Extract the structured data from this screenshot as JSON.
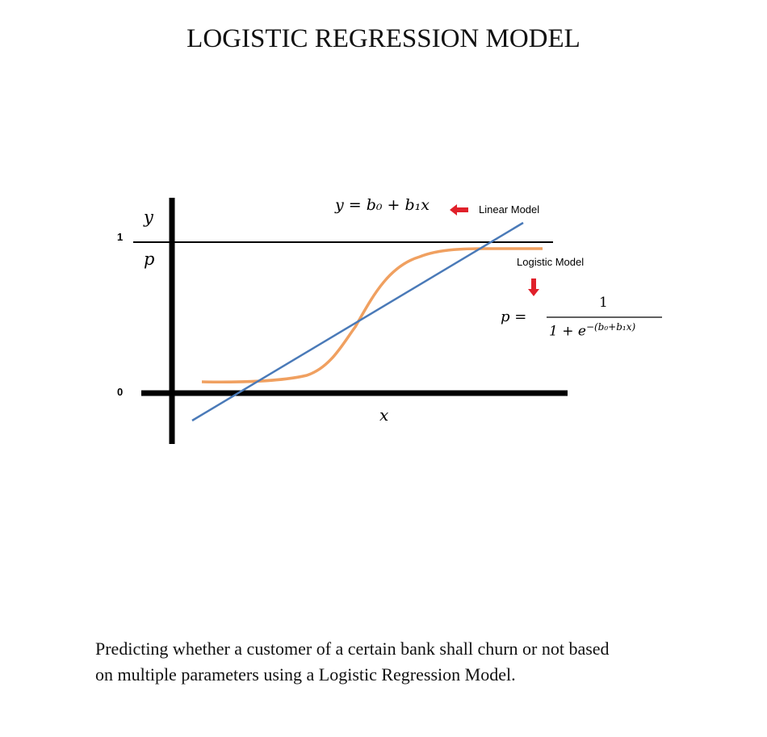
{
  "title": "LOGISTIC REGRESSION MODEL",
  "diagram": {
    "tick_one": "1",
    "tick_zero": "0",
    "y_label": "y",
    "p_label": "p",
    "x_label": "x",
    "linear_formula": "y = b₀ + b₁x",
    "linear_label": "Linear Model",
    "logistic_label": "Logistic Model",
    "logistic_lhs": "p =",
    "logistic_numerator": "1",
    "logistic_denominator_base": "1 + e",
    "logistic_denominator_exp": "−(b₀+b₁x)",
    "colors": {
      "linear": "#4a7ab8",
      "logistic": "#f0a060",
      "arrow": "#e0202a",
      "axis": "#000000"
    }
  },
  "caption": {
    "line1": "Predicting whether a customer of a certain bank shall churn or not based",
    "line2": "on multiple parameters using a Logistic Regression Model."
  }
}
